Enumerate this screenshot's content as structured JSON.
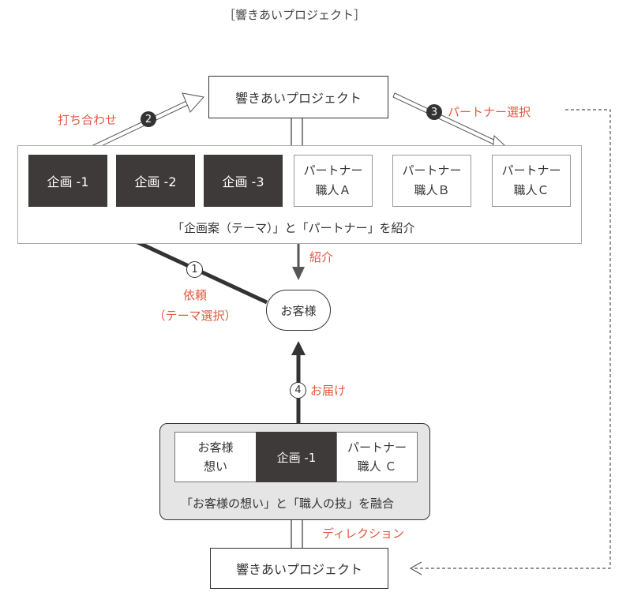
{
  "page_title": "［響きあいプロジェクト］",
  "top_node": "響きあいプロジェクト",
  "bottom_node": "響きあいプロジェクト",
  "plans": [
    "企画 -1",
    "企画 -2",
    "企画 -3"
  ],
  "partners": [
    "パートナー\n職人Ａ",
    "パートナー\n職人Ｂ",
    "パートナー\n職人Ｃ"
  ],
  "intro_caption": "「企画案（テーマ）」と「パートナー」を紹介",
  "customer": "お客様",
  "steps": {
    "s1_num": "1",
    "s1_label": "依頼\n（テーマ選択）",
    "s2_num": "2",
    "s2_label": "打ち合わせ",
    "s3_num": "3",
    "s3_label": "パートナー選択",
    "s4_num": "4",
    "s4_label": "お届け",
    "intro_label": "紹介",
    "direction_label": "ディレクション"
  },
  "fusion": {
    "left": "お客様\n想い",
    "center": "企画 -1",
    "right": "パートナー\n職人 Ｃ",
    "caption": "「お客様の想い」と「職人の技」を融合"
  },
  "colors": {
    "accent": "#e0583c",
    "dark_box": "#3d3a39",
    "fusion_bg": "#e5e5e5"
  }
}
